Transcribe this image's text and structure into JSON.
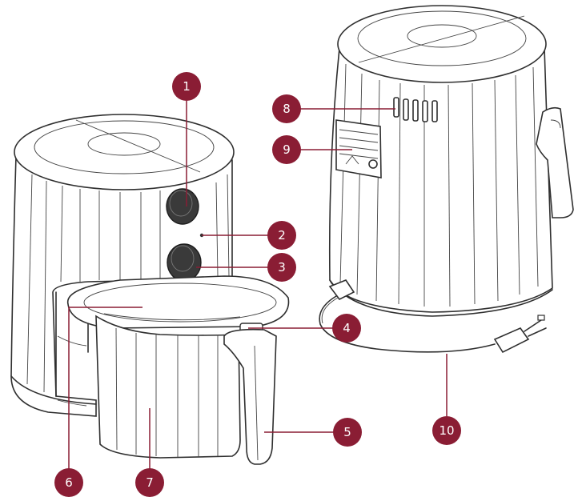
{
  "accent_color": "#8a1d34",
  "callouts": [
    {
      "number": "1"
    },
    {
      "number": "2"
    },
    {
      "number": "3"
    },
    {
      "number": "4"
    },
    {
      "number": "5"
    },
    {
      "number": "6"
    },
    {
      "number": "7"
    },
    {
      "number": "8"
    },
    {
      "number": "9"
    },
    {
      "number": "10"
    }
  ]
}
